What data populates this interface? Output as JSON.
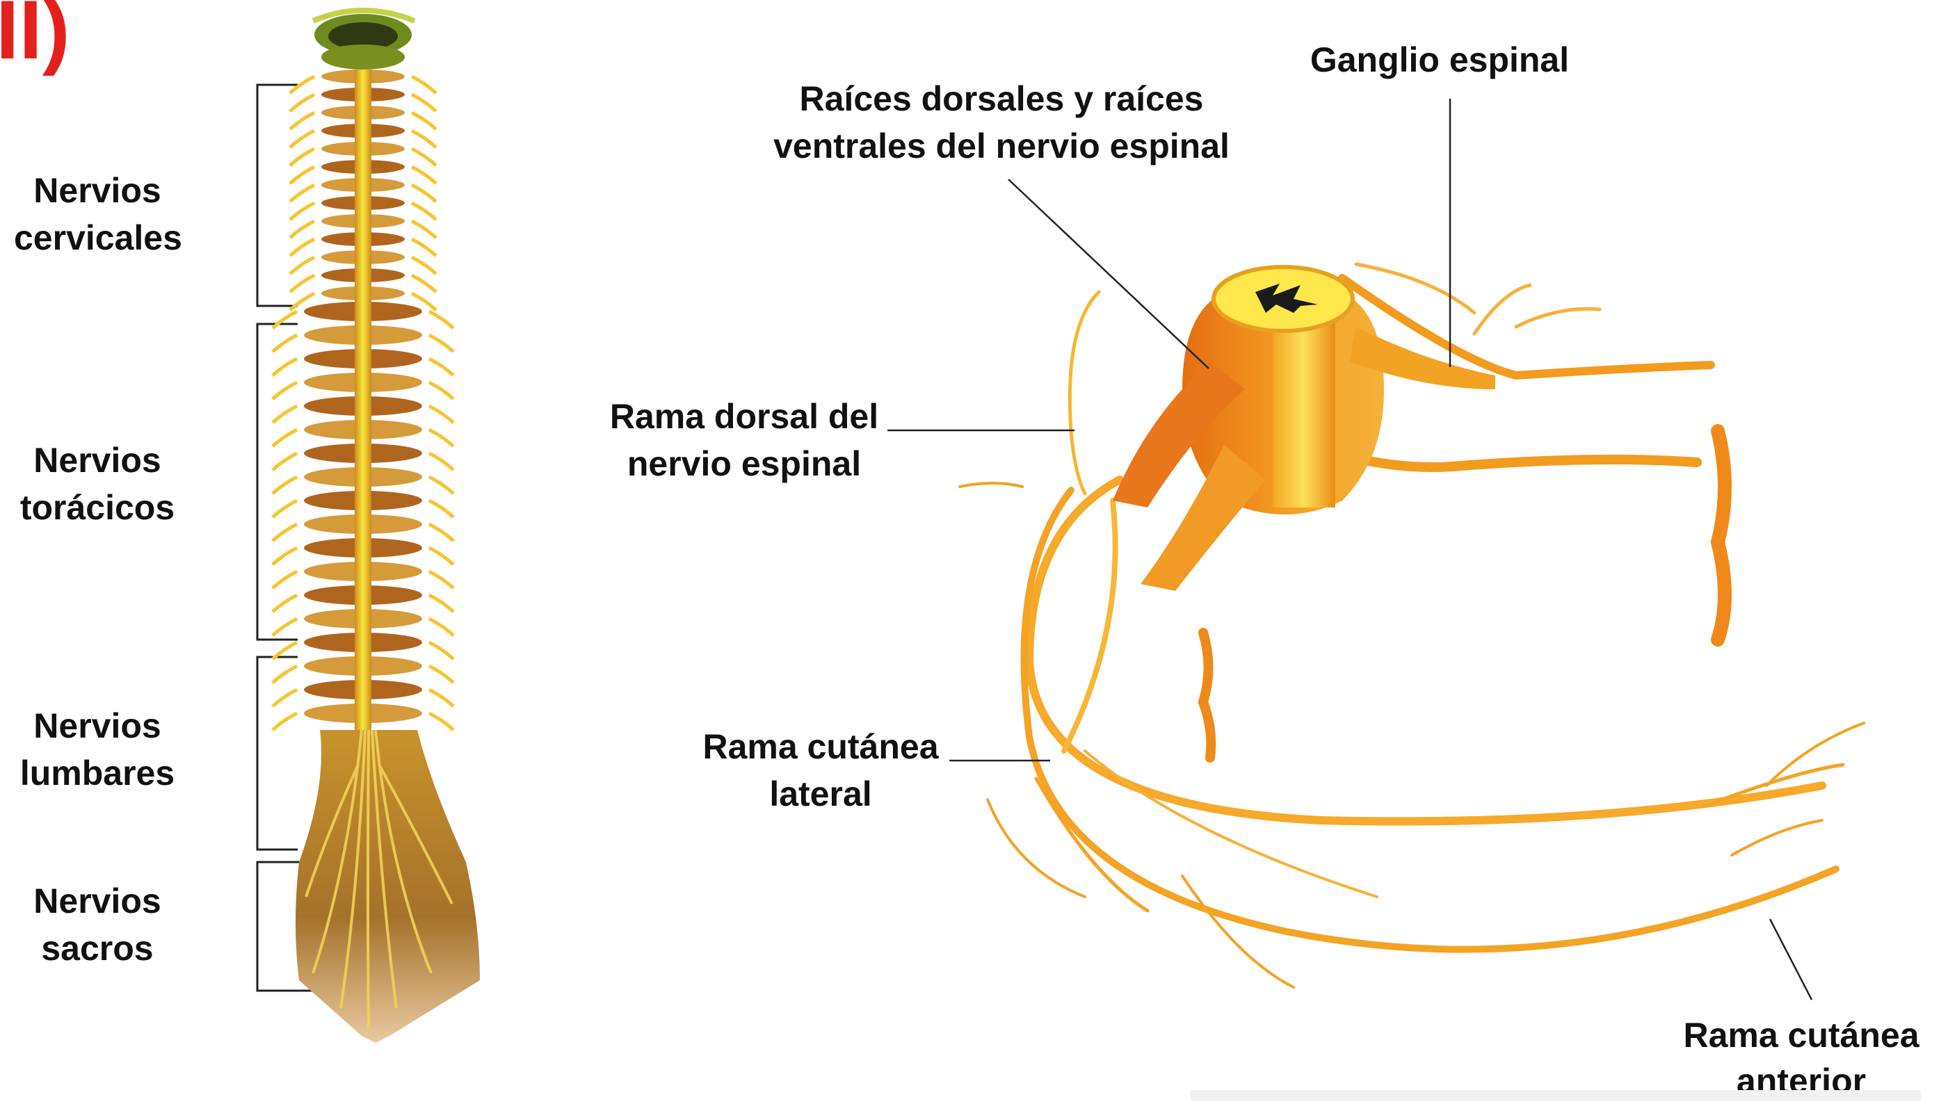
{
  "corner_mark": "II)",
  "left_labels": {
    "cervicales": [
      "Nervios",
      "cervicales"
    ],
    "toracicos": [
      "Nervios",
      "torácicos"
    ],
    "lumbares": [
      "Nervios",
      "lumbares"
    ],
    "sacros": [
      "Nervios",
      "sacros"
    ]
  },
  "right_labels": {
    "raices": [
      "Raíces dorsales y raíces",
      "ventrales del nervio espinal"
    ],
    "ganglio": [
      "Ganglio espinal"
    ],
    "rama_dorsal": [
      "Rama dorsal del",
      "nervio espinal"
    ],
    "rama_lateral": [
      "Rama cutánea",
      "lateral"
    ],
    "rama_anterior": [
      "Rama cutánea",
      "anterior"
    ]
  },
  "colors": {
    "accent_red": "#e3211c",
    "nerve_orange": "#f39a1e",
    "nerve_yellow": "#f7c531",
    "vertebra_brown": "#b0651f"
  }
}
